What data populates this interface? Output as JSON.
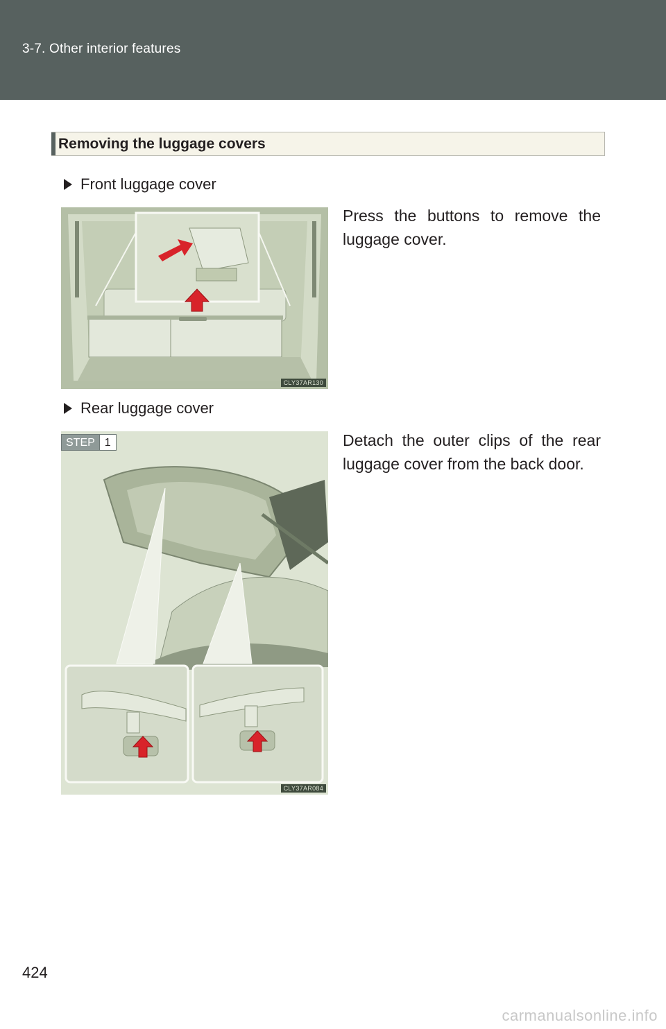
{
  "header": {
    "breadcrumb": "3-7. Other interior features"
  },
  "section": {
    "title": "Removing the luggage covers"
  },
  "items": [
    {
      "heading": "Front luggage cover",
      "description": "Press the buttons to remove the luggage cover.",
      "figure_code": "CLY37AR130"
    },
    {
      "heading": "Rear luggage cover",
      "step_label": "STEP",
      "step_number": "1",
      "description": "Detach the outer clips of the rear luggage cover from the back door.",
      "figure_code": "CLY37AR084"
    }
  ],
  "page_number": "424",
  "watermark": "carmanualsonline.info",
  "colors": {
    "header_band": "#57615f",
    "illustration_green": "#c9d3bd",
    "arrow_red": "#d8232a"
  },
  "icons": [
    "triangle-bullet-icon",
    "red-up-arrow-icon"
  ]
}
